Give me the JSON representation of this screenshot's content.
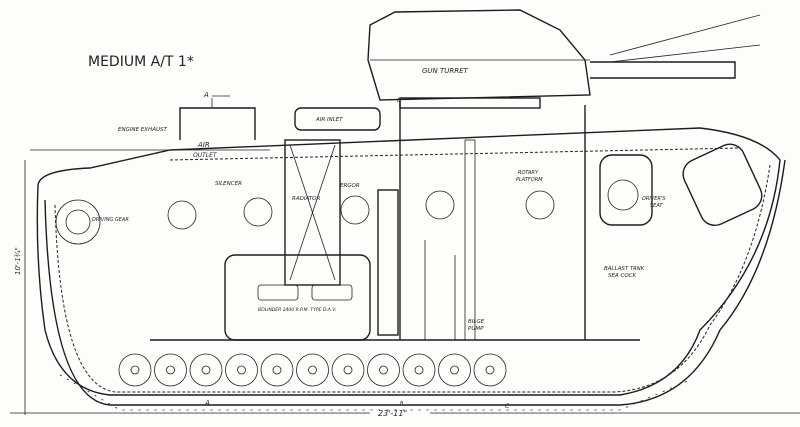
{
  "title": "MEDIUM A/T 1*",
  "labels": {
    "gun_turret": "GUN TURRET",
    "engine_exhaust": "ENGINE EXHAUST",
    "air_outlet_1": "AIR",
    "air_outlet_2": "OUTLET",
    "air_inlet": "AIR INLET",
    "silencer": "SILENCER",
    "radiator": "RADIATOR",
    "ergor": "ERGOR",
    "driving_gear": "DRIVING GEAR",
    "rotary_platform_1": "ROTARY",
    "rotary_platform_2": "PLATFORM",
    "drivers_seat_1": "DRIVER'S",
    "drivers_seat_2": "SEAT",
    "ballast_1": "BALLAST TANK",
    "ballast_2": "SEA COCK",
    "bilge_1": "BILGE",
    "bilge_2": "PUMP",
    "engine": "BOLINDER 2400 R.P.M. TYPE D.A.V."
  },
  "dimensions": {
    "length": "23'-11\"",
    "height": "10'-1¾\""
  },
  "section_marks": {
    "a_top": "A",
    "a_bottom": "A",
    "b_top": "B",
    "b_bottom": "B",
    "c": "C"
  },
  "colors": {
    "ink": "#1c1c1c",
    "paper": "#fdfdfb"
  }
}
